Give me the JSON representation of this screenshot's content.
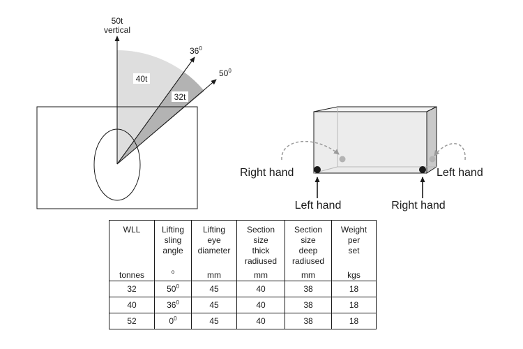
{
  "left_diagram": {
    "vertical_label_1": "50t",
    "vertical_label_2": "vertical",
    "angle_36_label": "36",
    "angle_50_label": "50",
    "degree_mark": "0",
    "sector_40t_label": "40t",
    "sector_32t_label": "32t",
    "colors": {
      "light_sector": "#dedede",
      "dark_sector": "#b3b3b3"
    }
  },
  "right_diagram": {
    "right_hand_left": "Right hand",
    "left_hand_right": "Left hand",
    "left_hand_bottom": "Left hand",
    "right_hand_bottom": "Right hand"
  },
  "table": {
    "headers": [
      {
        "lines": [
          "WLL"
        ],
        "unit": "tonnes"
      },
      {
        "lines": [
          "Lifting",
          "sling",
          "angle"
        ],
        "unit": "o"
      },
      {
        "lines": [
          "Lifting",
          "eye",
          "diameter"
        ],
        "unit": "mm"
      },
      {
        "lines": [
          "Section",
          "size",
          "thick",
          "radiused"
        ],
        "unit": "mm"
      },
      {
        "lines": [
          "Section",
          "size",
          "deep",
          "radiused"
        ],
        "unit": "mm"
      },
      {
        "lines": [
          "Weight",
          "per",
          "set"
        ],
        "unit": "kgs"
      }
    ],
    "rows": [
      {
        "wll": "32",
        "angle": "50",
        "deg": "0",
        "eye": "45",
        "thick": "40",
        "deep": "38",
        "weight": "18"
      },
      {
        "wll": "40",
        "angle": "36",
        "deg": "0",
        "eye": "45",
        "thick": "40",
        "deep": "38",
        "weight": "18"
      },
      {
        "wll": "52",
        "angle": "0",
        "deg": "0",
        "eye": "45",
        "thick": "40",
        "deep": "38",
        "weight": "18"
      }
    ]
  }
}
